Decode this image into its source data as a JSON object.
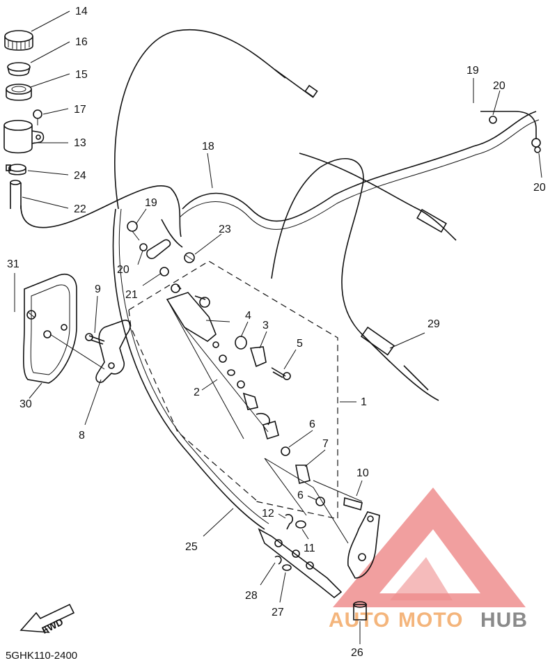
{
  "diagram_code": "5GHK110-2400",
  "fwd_label": "FWD",
  "watermark": {
    "auto": "AUTO",
    "moto": "MOTO",
    "hub": "HUB"
  },
  "callouts": [
    {
      "id": "c14",
      "label": "14"
    },
    {
      "id": "c16",
      "label": "16"
    },
    {
      "id": "c15",
      "label": "15"
    },
    {
      "id": "c17",
      "label": "17"
    },
    {
      "id": "c13",
      "label": "13"
    },
    {
      "id": "c24",
      "label": "24"
    },
    {
      "id": "c22",
      "label": "22"
    },
    {
      "id": "c31",
      "label": "31"
    },
    {
      "id": "c30",
      "label": "30"
    },
    {
      "id": "c9",
      "label": "9"
    },
    {
      "id": "c8",
      "label": "8"
    },
    {
      "id": "c19a",
      "label": "19"
    },
    {
      "id": "c20a",
      "label": "20"
    },
    {
      "id": "c21",
      "label": "21"
    },
    {
      "id": "c18",
      "label": "18"
    },
    {
      "id": "c23",
      "label": "23"
    },
    {
      "id": "c4",
      "label": "4"
    },
    {
      "id": "c3",
      "label": "3"
    },
    {
      "id": "c5",
      "label": "5"
    },
    {
      "id": "c2",
      "label": "2"
    },
    {
      "id": "c1",
      "label": "1"
    },
    {
      "id": "c6a",
      "label": "6"
    },
    {
      "id": "c7",
      "label": "7"
    },
    {
      "id": "c6b",
      "label": "6"
    },
    {
      "id": "c10",
      "label": "10"
    },
    {
      "id": "c12",
      "label": "12"
    },
    {
      "id": "c11",
      "label": "11"
    },
    {
      "id": "c25",
      "label": "25"
    },
    {
      "id": "c28",
      "label": "28"
    },
    {
      "id": "c27",
      "label": "27"
    },
    {
      "id": "c26",
      "label": "26"
    },
    {
      "id": "c29",
      "label": "29"
    },
    {
      "id": "c19b",
      "label": "19"
    },
    {
      "id": "c20b",
      "label": "20"
    },
    {
      "id": "c20c",
      "label": "20"
    }
  ],
  "colors": {
    "line": "#111111",
    "watermark_red": "#ef8e8e",
    "watermark_orange": "#f4b57c",
    "watermark_grey": "#8a8a8a"
  }
}
